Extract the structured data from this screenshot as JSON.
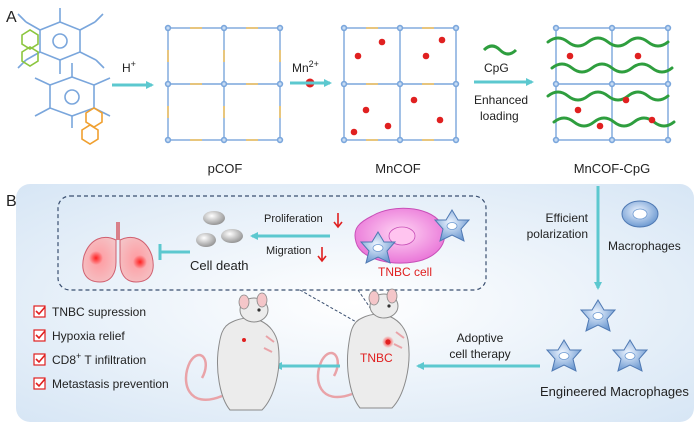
{
  "panel_a": {
    "letter": "A",
    "step1_reagent": "H",
    "step1_reagent_sup": "+",
    "step2_reagent": "Mn",
    "step2_reagent_sup": "2+",
    "step3_reagent": "CpG",
    "step3_note_line1": "Enhanced",
    "step3_note_line2": "loading",
    "labels": [
      "pCOF",
      "MnCOF",
      "MnCOF-CpG"
    ]
  },
  "panel_b": {
    "letter": "B",
    "inset": {
      "proliferation": "Proliferation",
      "migration": "Migration",
      "cell_death": "Cell death",
      "tnbc_cell": "TNBC cell"
    },
    "polarization_line1": "Efficient",
    "polarization_line2": "polarization",
    "macrophages": "Macrophages",
    "therapy_line1": "Adoptive",
    "therapy_line2": "cell therapy",
    "engineered": "Engineered Macrophages",
    "tumor_label": "TNBC",
    "outcomes": [
      "TNBC supression",
      "Hypoxia relief",
      "CD8",
      "Metastasis prevention"
    ],
    "outcome_cd8_sup": "+",
    "outcome_cd8_rest": " T infiltration"
  },
  "colors": {
    "framework": "#7aa6dc",
    "linker": "#f0c060",
    "mn_ion": "#e02020",
    "cpg": "#2e9e3e",
    "arrow": "#5cc8cf",
    "panel_bg": "#e4eef8",
    "red_text": "#e02020"
  }
}
